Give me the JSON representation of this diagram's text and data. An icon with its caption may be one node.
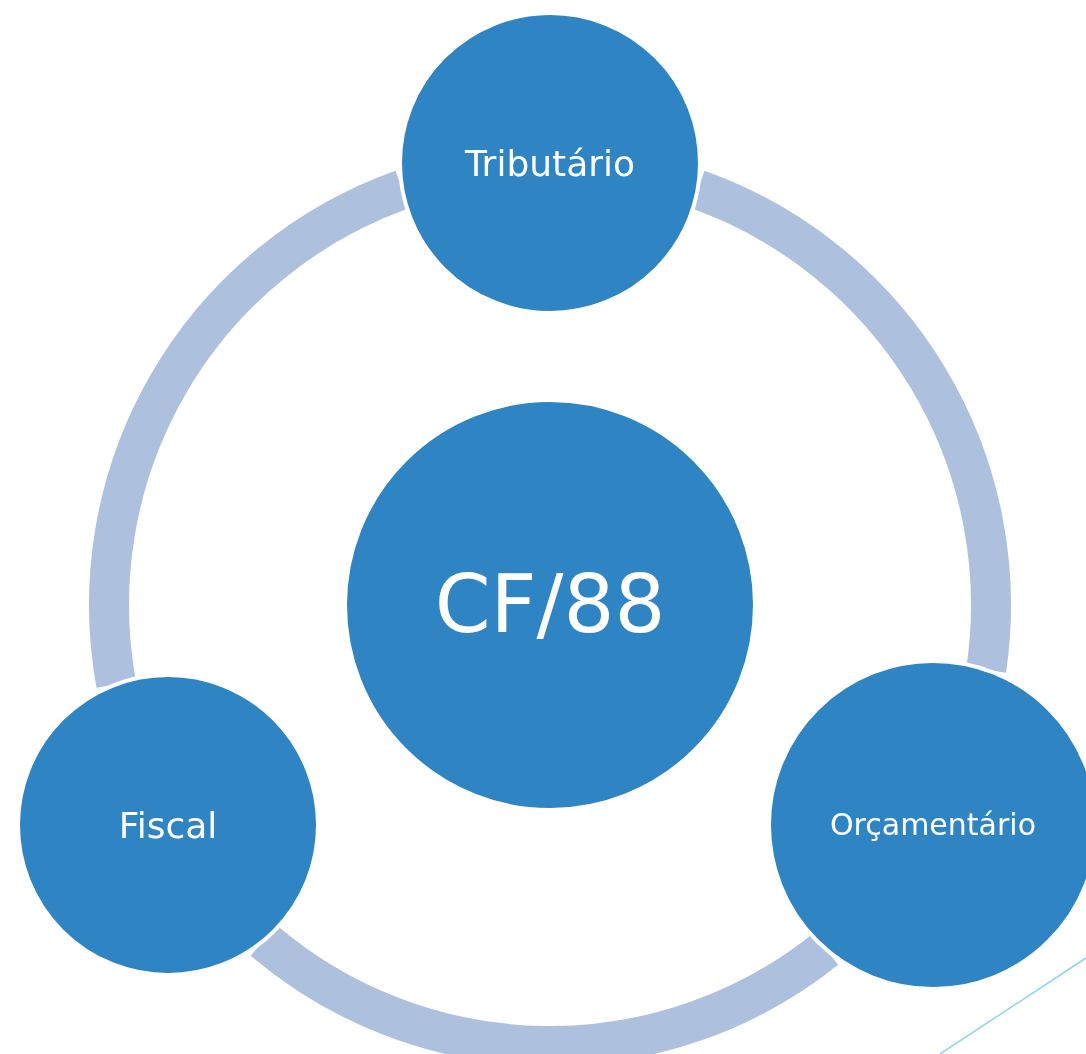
{
  "diagram": {
    "nodes": [
      {
        "text": [
          "Tributário"
        ]
      },
      {
        "text": [
          "CF/88"
        ]
      },
      {
        "text": [
          "Fiscal"
        ]
      },
      {
        "text": [
          "Orçamentário"
        ]
      }
    ],
    "edges": [
      {
        "from": 0,
        "to": 3,
        "arrow": "none"
      },
      {
        "from": 3,
        "to": 2,
        "arrow": "none"
      },
      {
        "from": 2,
        "to": 0,
        "arrow": "none"
      }
    ]
  }
}
